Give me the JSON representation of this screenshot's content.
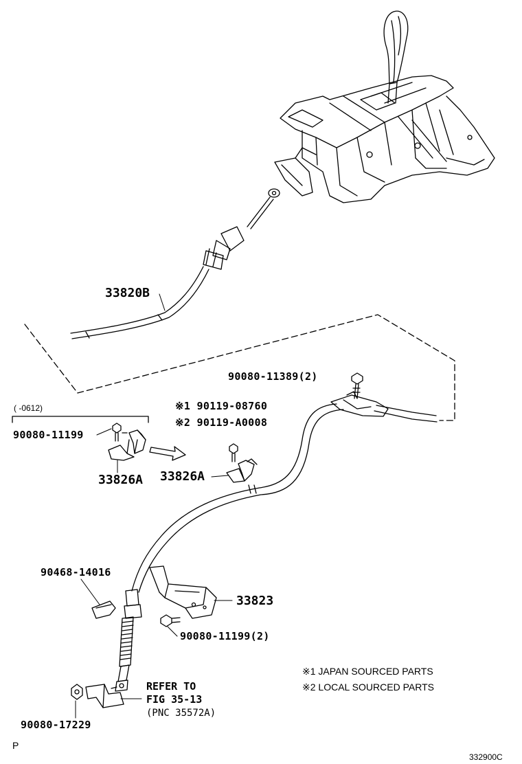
{
  "parts": {
    "cable_main": "33820B",
    "bolt_top": "90080-11389(2)",
    "range_label": "(      -0612)",
    "bolt_left": "90080-11199",
    "bracket_old": "33826A",
    "note_bolt_1": "※1 90119-08760",
    "note_bolt_2": "※2 90119-A0008",
    "bracket_new": "33826A",
    "clip": "90468-14016",
    "bracket_lower": "33823",
    "bolt_lower": "90080-11199(2)",
    "nut": "90080-17229"
  },
  "refer": {
    "line1": "REFER TO",
    "line2": "FIG 35-13",
    "line3": "(PNC 35572A)"
  },
  "legend": {
    "item1": "※1 JAPAN SOURCED PARTS",
    "item2": "※2 LOCAL SOURCED PARTS"
  },
  "footer": {
    "left": "P",
    "right": "332900C"
  }
}
